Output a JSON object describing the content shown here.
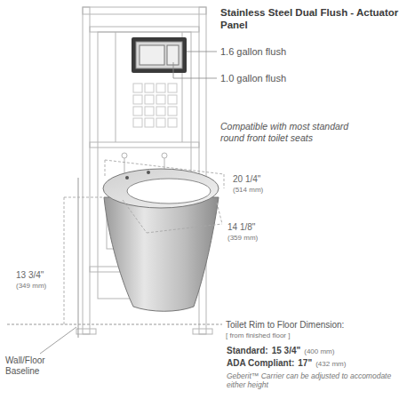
{
  "diagram": {
    "labels": [
      "Stainless Steel Dual Flush - Actuator Panel",
      "1.6 gallon flush",
      "1.0 gallon flush",
      "Compatible with most standard round front toilet seats",
      "20 1/4\"",
      "(514 mm)",
      "14 1/8\"",
      "(359 mm)",
      "13 3/4\"",
      "(349 mm)",
      "Wall/Floor Baseline",
      "Toilet Rim to Floor Dimension:",
      "[ from finished floor ]",
      "Standard:",
      "15 3/4\"",
      "(400 mm)",
      "ADA Compliant:",
      "17\"",
      "(432 mm)",
      "Geberit™ Carrier can be adjusted to accomodate either height"
    ]
  }
}
